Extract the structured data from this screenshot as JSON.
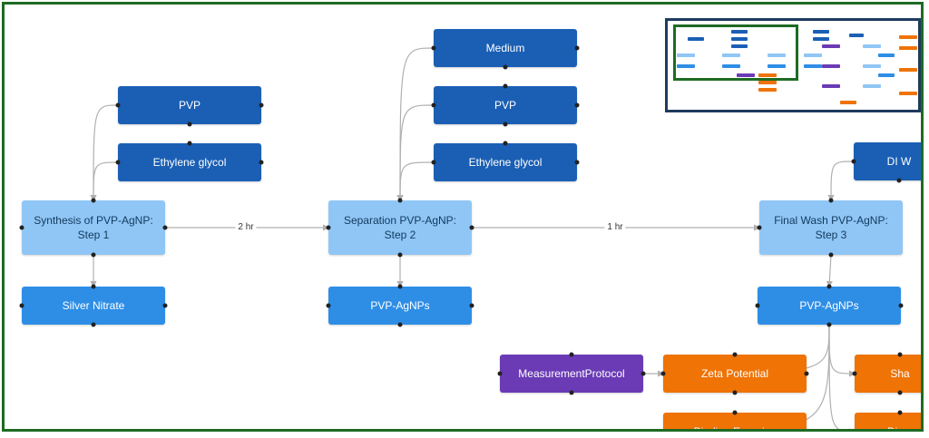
{
  "colors": {
    "material": "#1a5fb4",
    "product": "#2e8ee6",
    "step": "#90c6f5",
    "protocol": "#6a3bb5",
    "measurement": "#ef7305",
    "frame_border": "#1e6b24",
    "minimap_border": "#1f3b5e"
  },
  "diagram": {
    "nodes": [
      {
        "id": "medium",
        "label": "Medium",
        "kind": "material"
      },
      {
        "id": "pvp1",
        "label": "PVP",
        "kind": "material"
      },
      {
        "id": "eg1",
        "label": "Ethylene glycol",
        "kind": "material"
      },
      {
        "id": "pvp2",
        "label": "PVP",
        "kind": "material"
      },
      {
        "id": "eg2",
        "label": "Ethylene glycol",
        "kind": "material"
      },
      {
        "id": "diw",
        "label": "DI W",
        "kind": "material"
      },
      {
        "id": "step1",
        "label": "Synthesis of PVP-AgNP: Step 1",
        "kind": "step"
      },
      {
        "id": "step2",
        "label": "Separation PVP-AgNP: Step 2",
        "kind": "step"
      },
      {
        "id": "step3",
        "label": "Final Wash PVP-AgNP: Step 3",
        "kind": "step"
      },
      {
        "id": "silver",
        "label": "Silver Nitrate",
        "kind": "product"
      },
      {
        "id": "agnp1",
        "label": "PVP-AgNPs",
        "kind": "product"
      },
      {
        "id": "agnp2",
        "label": "PVP-AgNPs",
        "kind": "product"
      },
      {
        "id": "mprot",
        "label": "MeasurementProtocol",
        "kind": "protocol"
      },
      {
        "id": "zeta",
        "label": "Zeta Potential",
        "kind": "measure"
      },
      {
        "id": "binding",
        "label": "Binding Energies",
        "kind": "measure"
      },
      {
        "id": "sha",
        "label": "Sha",
        "kind": "measure"
      },
      {
        "id": "diam",
        "label": "Diam",
        "kind": "measure"
      }
    ],
    "edges": [
      {
        "from": "pvp1",
        "to": "step1"
      },
      {
        "from": "eg1",
        "to": "step1"
      },
      {
        "from": "step1",
        "to": "silver"
      },
      {
        "from": "step1",
        "to": "step2",
        "label": "2 hr"
      },
      {
        "from": "medium",
        "to": "step2"
      },
      {
        "from": "pvp2",
        "to": "step2"
      },
      {
        "from": "eg2",
        "to": "step2"
      },
      {
        "from": "step2",
        "to": "agnp1"
      },
      {
        "from": "step2",
        "to": "step3",
        "label": "1 hr"
      },
      {
        "from": "diw",
        "to": "step3"
      },
      {
        "from": "step3",
        "to": "agnp2"
      },
      {
        "from": "mprot",
        "to": "zeta"
      },
      {
        "from": "agnp2",
        "to": "zeta"
      },
      {
        "from": "agnp2",
        "to": "sha"
      },
      {
        "from": "agnp2",
        "to": "binding"
      },
      {
        "from": "agnp2",
        "to": "diam"
      }
    ]
  }
}
